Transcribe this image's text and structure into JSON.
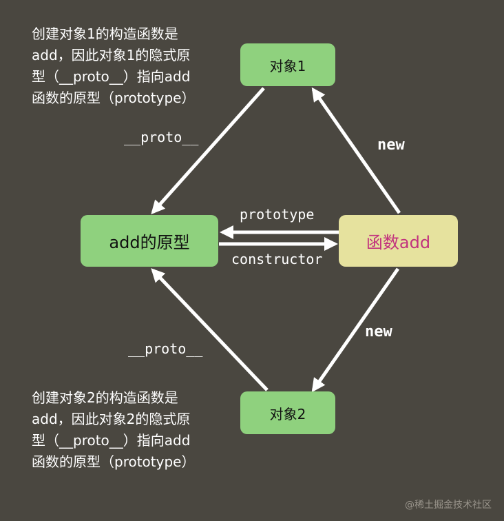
{
  "nodes": {
    "object1": "对象1",
    "object2": "对象2",
    "prototype": "add的原型",
    "function": "函数add"
  },
  "edges": {
    "proto_top": "__proto__",
    "proto_bottom": "__proto__",
    "new_top": "new",
    "new_bottom": "new",
    "prototype": "prototype",
    "constructor": "constructor"
  },
  "notes": {
    "object1": [
      "创建对象1的构造函数是",
      "add，因此对象1的隐式原",
      "型（__proto__）指向add",
      "函数的原型（prototype）"
    ],
    "object2": [
      "创建对象2的构造函数是",
      "add，因此对象2的隐式原",
      "型（__proto__）指向add",
      "函数的原型（prototype）"
    ]
  },
  "watermark": "@稀土掘金技术社区",
  "colors": {
    "background": "#4a4740",
    "node_green": "#8fd17e",
    "node_yellow": "#e6e29e",
    "function_text": "#c2327e",
    "arrow": "#ffffff"
  }
}
